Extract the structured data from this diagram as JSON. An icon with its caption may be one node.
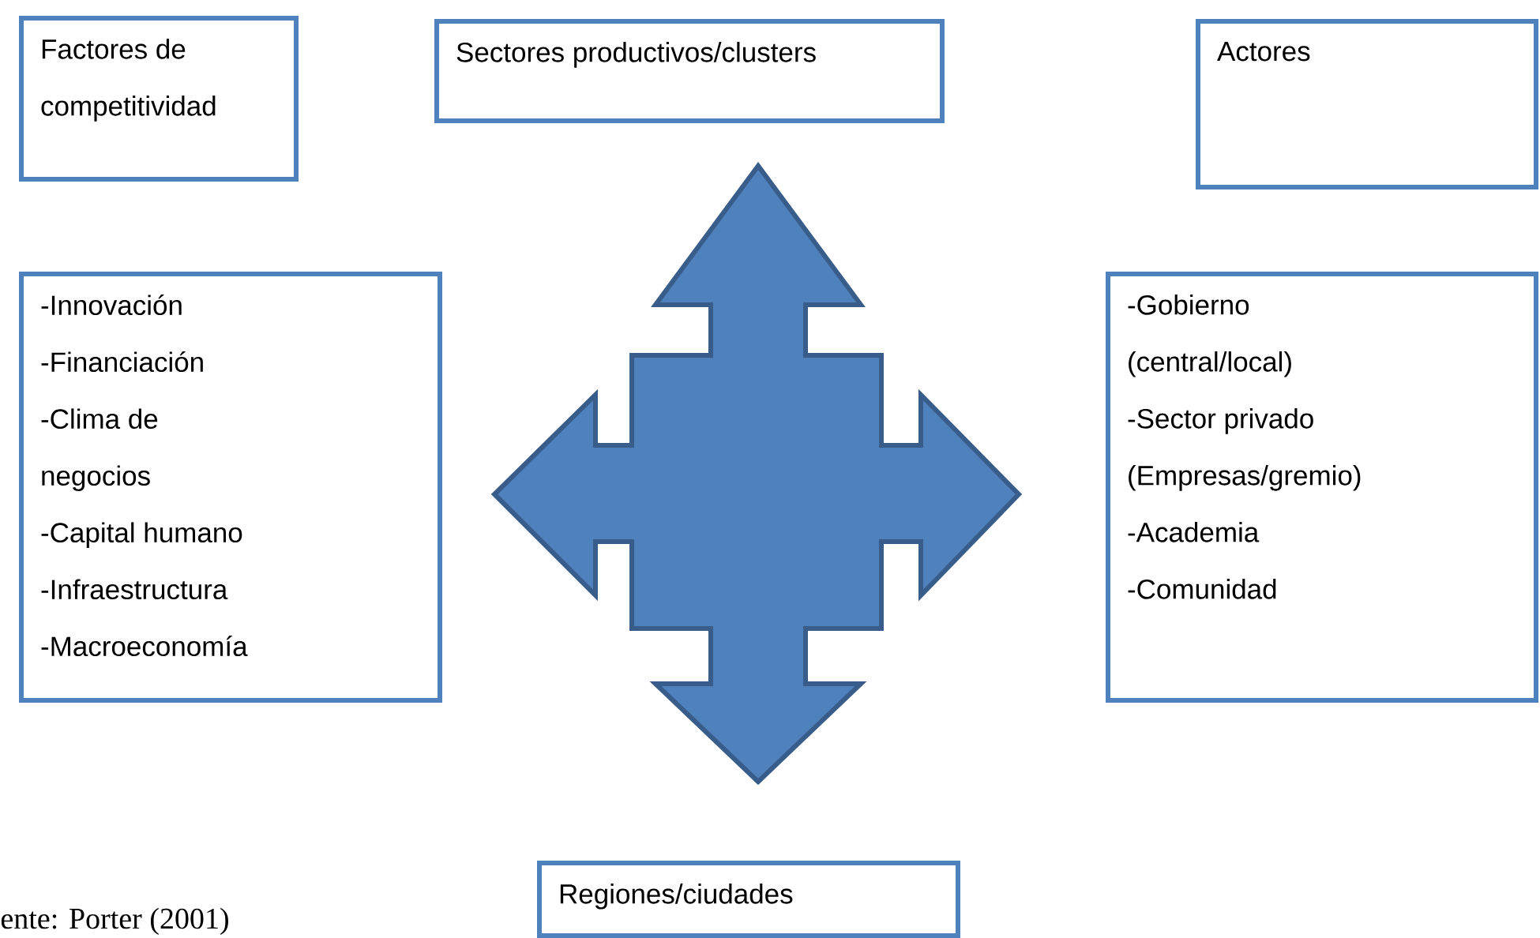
{
  "diagram": {
    "nodes": [
      {
        "text": [
          "Factores de competitividad"
        ]
      },
      {
        "text": [
          "Sectores productivos/clusters"
        ]
      },
      {
        "text": [
          "Actores"
        ]
      },
      {
        "text": [
          "-Innovación",
          "-Financiación",
          "-Clima de negocios",
          "-Capital humano",
          "-Infraestructura",
          "-Macroeconomía"
        ]
      },
      {
        "text": [
          "-Gobierno (central/local)",
          "-Sector privado (Empresas/gremio)",
          "-Academia",
          "-Comunidad"
        ]
      },
      {
        "text": [
          "Regiones/ciudades"
        ]
      }
    ],
    "labels": [
      "ente: Porter (2001)"
    ]
  }
}
